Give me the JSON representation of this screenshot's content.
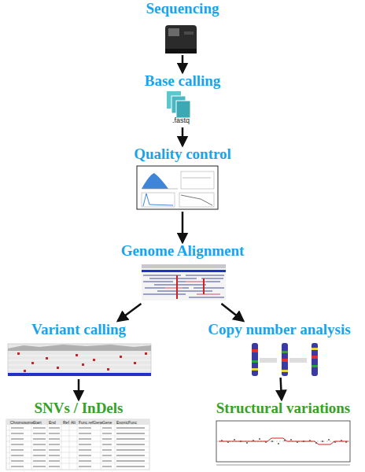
{
  "diagram": {
    "nodes": [
      {
        "text": [
          "Sequencing"
        ]
      },
      {
        "text": [
          "Base calling"
        ]
      },
      {
        "text": [
          "Quality control"
        ]
      },
      {
        "text": [
          "Genome Alignment"
        ]
      },
      {
        "text": [
          "Variant calling"
        ]
      },
      {
        "text": [
          "Copy number analysis"
        ]
      },
      {
        "text": [
          "SNVs / InDels"
        ]
      },
      {
        "text": [
          "Structural variations"
        ]
      }
    ],
    "edges": [
      {
        "from": 0,
        "to": 1,
        "arrow": "to"
      },
      {
        "from": 1,
        "to": 2,
        "arrow": "to"
      },
      {
        "from": 2,
        "to": 3,
        "arrow": "to"
      },
      {
        "from": 3,
        "to": 4,
        "arrow": "to"
      },
      {
        "from": 3,
        "to": 5,
        "arrow": "to"
      },
      {
        "from": 4,
        "to": 6,
        "arrow": "to"
      },
      {
        "from": 5,
        "to": 7,
        "arrow": "to"
      }
    ],
    "labels": [
      ".fastq",
      "Chromosome",
      "Start",
      "End",
      "Ref",
      "Alt",
      "Func.refGene",
      "Gene",
      "ExonicFunc"
    ]
  }
}
